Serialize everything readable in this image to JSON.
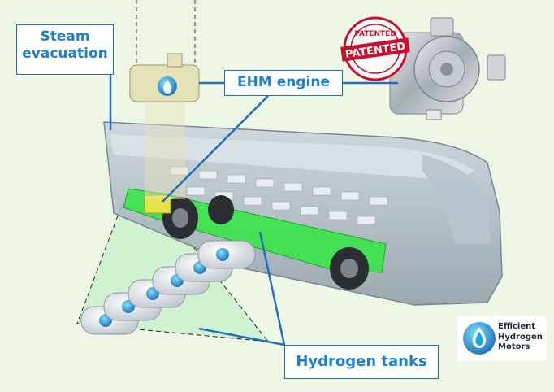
{
  "labels": {
    "steam_line1": "Steam",
    "steam_line2": "evacuation",
    "ehm_engine": "EHM engine",
    "hydrogen_tanks": "Hydrogen tanks"
  },
  "stamp": {
    "top_text": "PATENTED",
    "center_text": "PATENTED"
  },
  "logo": {
    "line1": "Efficient",
    "line2": "Hydrogen",
    "line3": "Motors"
  },
  "colors": {
    "label_text": "#1f7fd0",
    "label_border": "#1f6fbf",
    "connector": "#1f6fbf",
    "tank_zone": "#39e64a",
    "stamp_red": "#c8102e",
    "background": "#eef6e6"
  }
}
